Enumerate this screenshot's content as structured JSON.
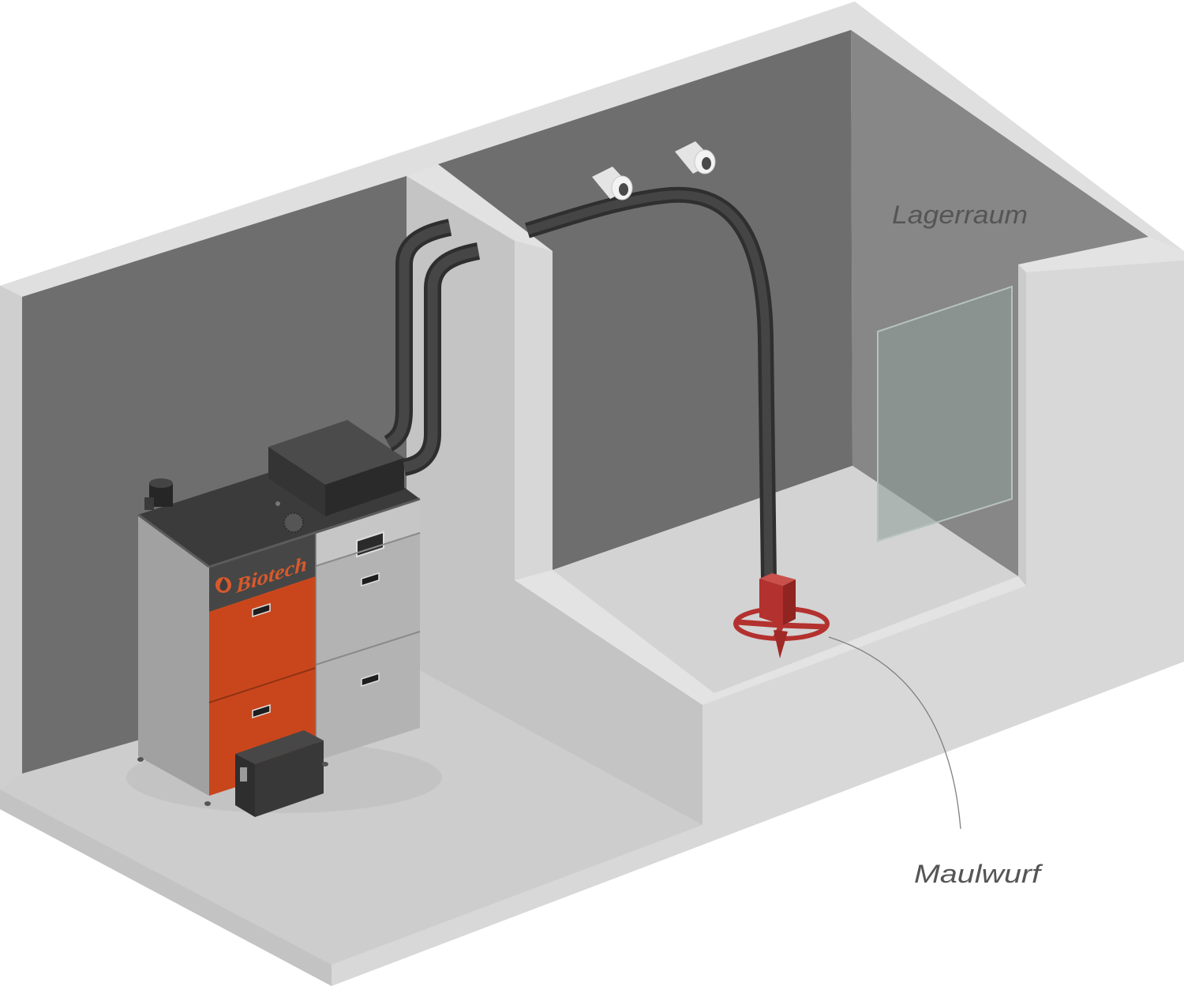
{
  "labels": {
    "storage_room": "Lagerraum",
    "mole": "Maulwurf"
  },
  "boiler": {
    "brand": "Biotech"
  },
  "colors": {
    "boiler_orange": "#c9461c",
    "logo_orange": "#d8592b",
    "mole_red": "#b3312e",
    "wall_interior": "#6e6e6e",
    "wall_exterior": "#d8d8d8",
    "label_text": "#555555"
  }
}
